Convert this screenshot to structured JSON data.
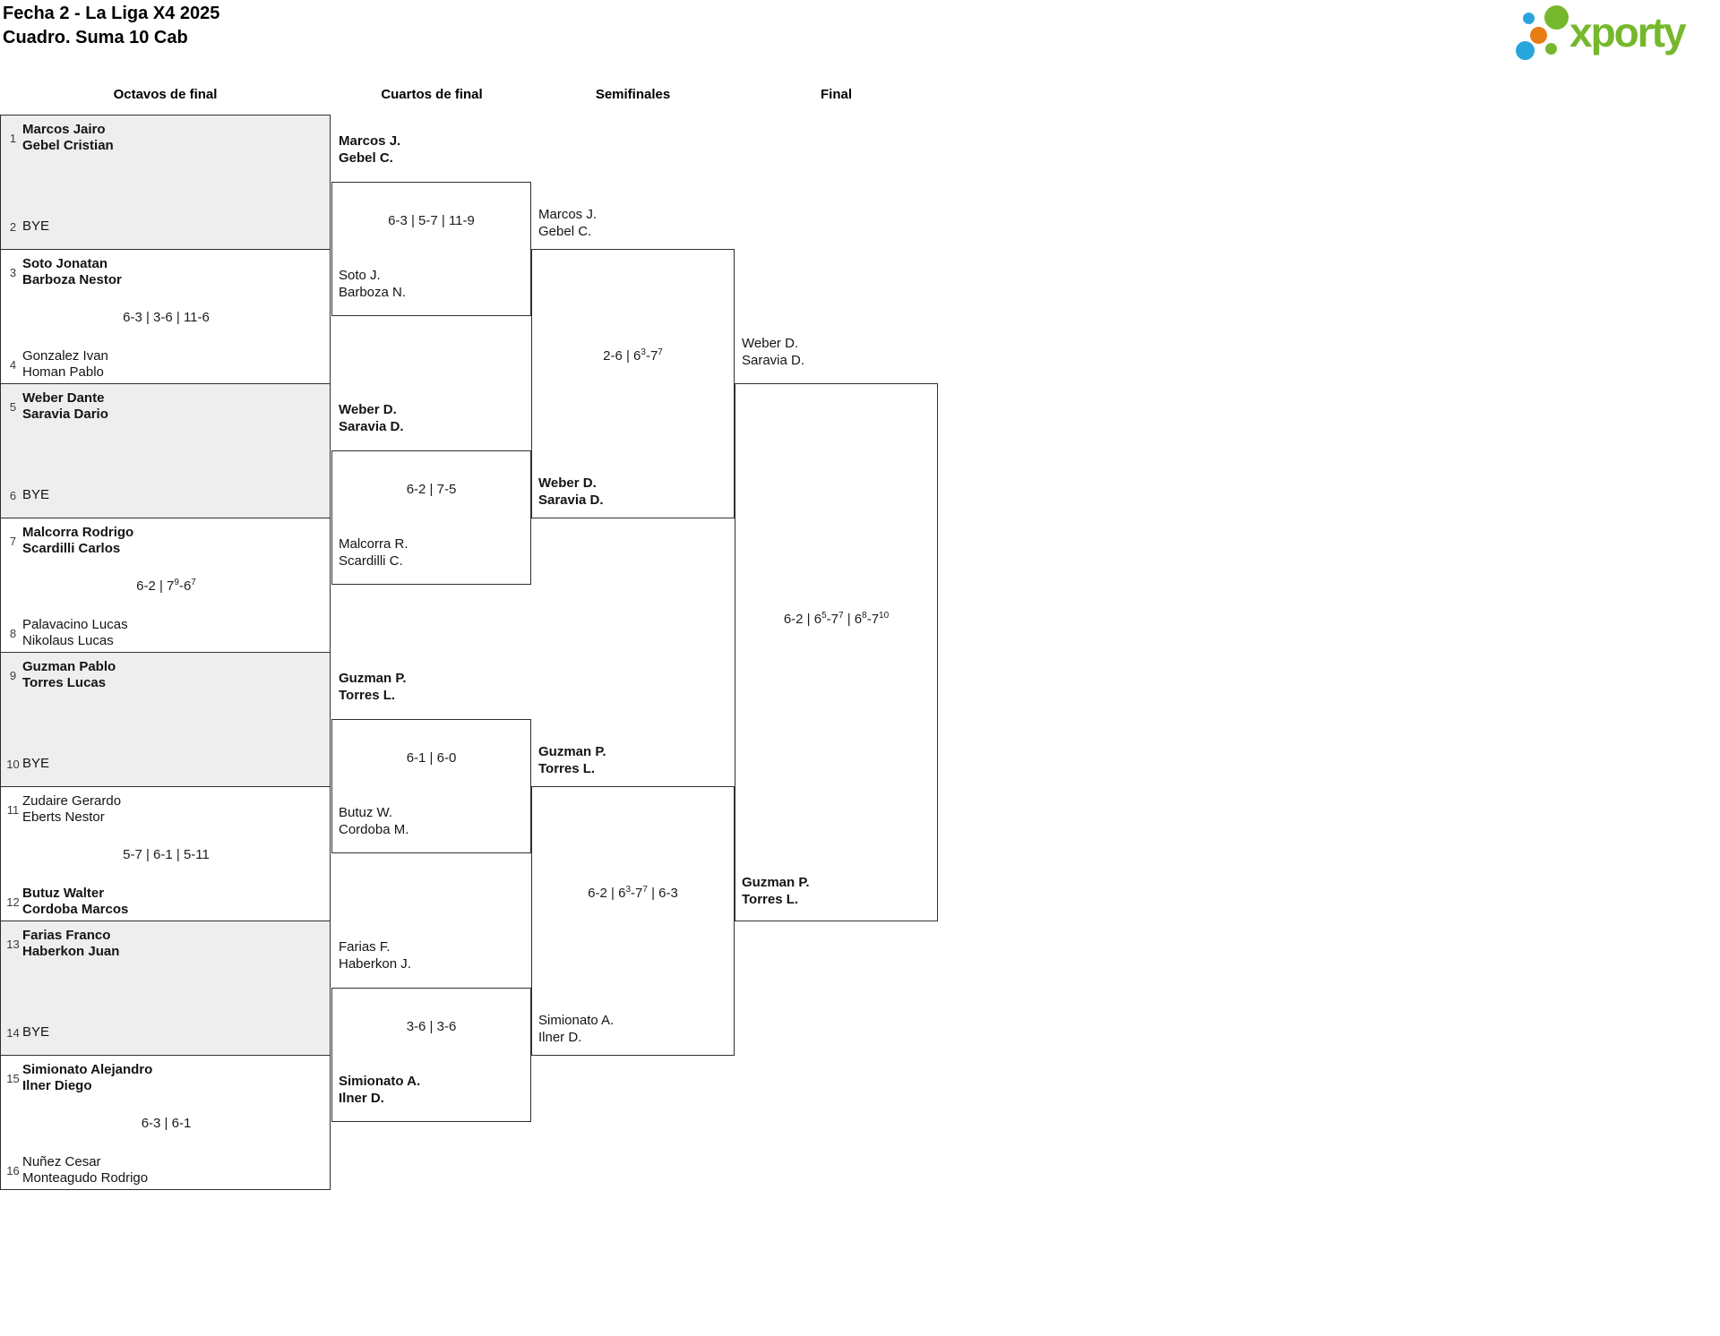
{
  "title": {
    "line1": "Fecha 2 - La Liga X4 2025",
    "line2": "Cuadro. Suma 10 Cab"
  },
  "logo": {
    "text": "xporty",
    "green": "#76b82d",
    "blue": "#29a5dd",
    "orange": "#e87b14"
  },
  "round_headers": [
    "Octavos de final",
    "Cuartos de final",
    "Semifinales",
    "Final"
  ],
  "octavos": [
    {
      "top": {
        "seed": "1",
        "line1": "Marcos Jairo",
        "line2": "Gebel Cristian",
        "winner": true
      },
      "bottom": {
        "seed": "2",
        "label": "BYE"
      }
    },
    {
      "top": {
        "seed": "3",
        "line1": "Soto Jonatan",
        "line2": "Barboza Nestor",
        "winner": true
      },
      "score": "6-3 | 3-6 | 11-6",
      "bottom": {
        "seed": "4",
        "line1": "Gonzalez Ivan",
        "line2": "Homan Pablo",
        "winner": false
      }
    },
    {
      "top": {
        "seed": "5",
        "line1": "Weber Dante",
        "line2": "Saravia Dario",
        "winner": true
      },
      "bottom": {
        "seed": "6",
        "label": "BYE"
      }
    },
    {
      "top": {
        "seed": "7",
        "line1": "Malcorra Rodrigo",
        "line2": "Scardilli Carlos",
        "winner": true
      },
      "score": "6-2 | 7^9-6^7",
      "bottom": {
        "seed": "8",
        "line1": "Palavacino Lucas",
        "line2": "Nikolaus Lucas",
        "winner": false
      }
    },
    {
      "top": {
        "seed": "9",
        "line1": "Guzman Pablo",
        "line2": "Torres Lucas",
        "winner": true
      },
      "bottom": {
        "seed": "10",
        "label": "BYE"
      }
    },
    {
      "top": {
        "seed": "11",
        "line1": "Zudaire Gerardo",
        "line2": "Eberts Nestor",
        "winner": false
      },
      "score": "5-7 | 6-1 | 5-11",
      "bottom": {
        "seed": "12",
        "line1": "Butuz Walter",
        "line2": "Cordoba Marcos",
        "winner": true
      }
    },
    {
      "top": {
        "seed": "13",
        "line1": "Farias Franco",
        "line2": "Haberkon Juan",
        "winner": true
      },
      "bottom": {
        "seed": "14",
        "label": "BYE"
      }
    },
    {
      "top": {
        "seed": "15",
        "line1": "Simionato Alejandro",
        "line2": "Ilner Diego",
        "winner": true
      },
      "score": "6-3 | 6-1",
      "bottom": {
        "seed": "16",
        "line1": "Nuñez Cesar",
        "line2": "Monteagudo Rodrigo",
        "winner": false
      }
    }
  ],
  "cuartos": [
    {
      "top": {
        "line1": "Marcos J.",
        "line2": "Gebel C.",
        "winner": true
      },
      "score": "6-3 | 5-7 | 11-9",
      "bottom": {
        "line1": "Soto J.",
        "line2": "Barboza N.",
        "winner": false
      }
    },
    {
      "top": {
        "line1": "Weber D.",
        "line2": "Saravia D.",
        "winner": true
      },
      "score": "6-2 | 7-5",
      "bottom": {
        "line1": "Malcorra R.",
        "line2": "Scardilli C.",
        "winner": false
      }
    },
    {
      "top": {
        "line1": "Guzman P.",
        "line2": "Torres L.",
        "winner": true
      },
      "score": "6-1 | 6-0",
      "bottom": {
        "line1": "Butuz W.",
        "line2": "Cordoba M.",
        "winner": false
      }
    },
    {
      "top": {
        "line1": "Farias F.",
        "line2": "Haberkon J.",
        "winner": false
      },
      "score": "3-6 | 3-6",
      "bottom": {
        "line1": "Simionato A.",
        "line2": "Ilner D.",
        "winner": true
      }
    }
  ],
  "semifinales": [
    {
      "top": {
        "line1": "Marcos J.",
        "line2": "Gebel C.",
        "winner": false
      },
      "score": "2-6 | 6^3-7^7",
      "bottom": {
        "line1": "Weber D.",
        "line2": "Saravia D.",
        "winner": true
      }
    },
    {
      "top": {
        "line1": "Guzman P.",
        "line2": "Torres L.",
        "winner": true
      },
      "score": "6-2 | 6^3-7^7 | 6-3",
      "bottom": {
        "line1": "Simionato A.",
        "line2": "Ilner D.",
        "winner": false
      }
    }
  ],
  "final": {
    "top": {
      "line1": "Weber D.",
      "line2": "Saravia D.",
      "winner": false
    },
    "score": "6-2 | 6^5-7^7 | 6^8-7^10",
    "bottom": {
      "line1": "Guzman P.",
      "line2": "Torres L.",
      "winner": true
    }
  }
}
